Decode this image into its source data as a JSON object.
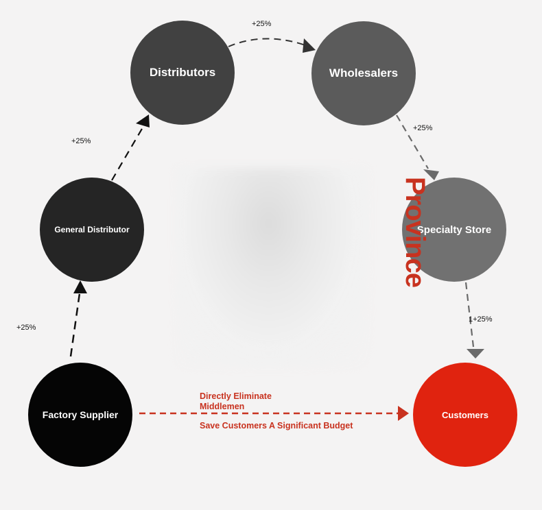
{
  "nodes": {
    "distributors": "Distributors",
    "wholesalers": "Wholesalers",
    "general_distributor": "General Distributor",
    "specialty_store": "Specialty Store",
    "factory_supplier": "Factory Supplier",
    "customers": "Customers"
  },
  "markups": {
    "factory_to_general": "+25%",
    "general_to_distributors": "+25%",
    "distributors_to_wholesalers": "+25%",
    "wholesalers_to_specialty": "+25%",
    "specialty_to_customers": "1+25%"
  },
  "province_label": "Province",
  "direct_path": {
    "line1": "Directly Eliminate",
    "line2": "Middlemen",
    "note": "Save Customers A Significant Budget"
  },
  "colors": {
    "accent_red": "#e0230f",
    "dark_arrow": "#222222",
    "grey_arrow": "#6a6a6a"
  }
}
